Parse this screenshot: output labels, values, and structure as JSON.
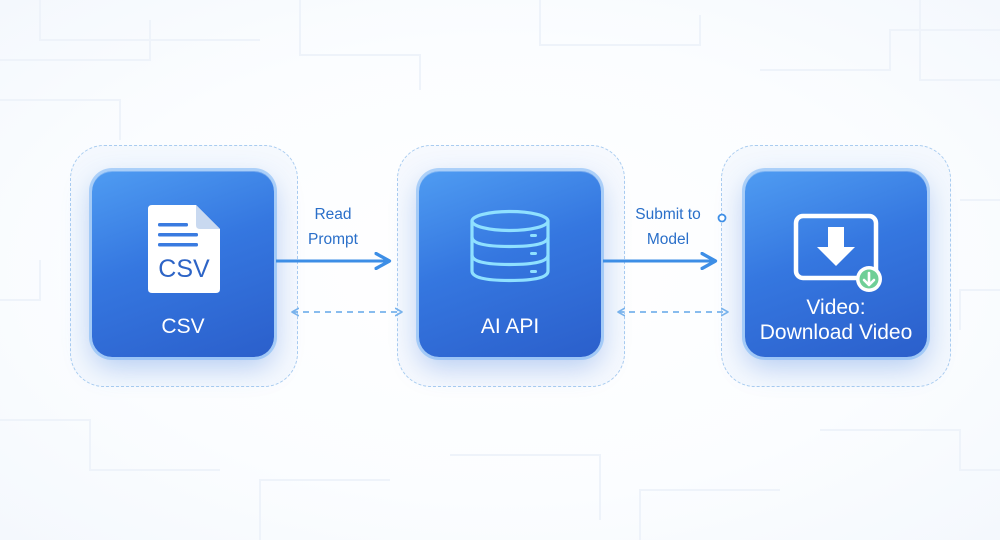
{
  "nodes": [
    {
      "id": "csv",
      "label": "CSV",
      "icon": "csv-file-icon",
      "icon_text": "CSV"
    },
    {
      "id": "ai-api",
      "label": "AI API",
      "icon": "database-icon"
    },
    {
      "id": "video",
      "label_line1": "Video:",
      "label_line2": "Download Video",
      "icon": "download-icon"
    }
  ],
  "edges": [
    {
      "from": "csv",
      "to": "ai-api",
      "label_line1": "Read",
      "label_line2": "Prompt",
      "style": "solid"
    },
    {
      "from": "ai-api",
      "to": "csv",
      "style": "dashed-bidirectional"
    },
    {
      "from": "ai-api",
      "to": "video",
      "label_line1": "Submit to",
      "label_line2": "Model",
      "style": "solid"
    },
    {
      "from": "video",
      "to": "ai-api",
      "style": "dashed-bidirectional"
    }
  ],
  "colors": {
    "node_gradient_top": "#4f9cf2",
    "node_gradient_bottom": "#2b5fcb",
    "arrow": "#3d8ee6",
    "edge_label": "#2a6fc9",
    "halo_border": "#a9ccf0",
    "download_badge": "#6fcf97"
  }
}
